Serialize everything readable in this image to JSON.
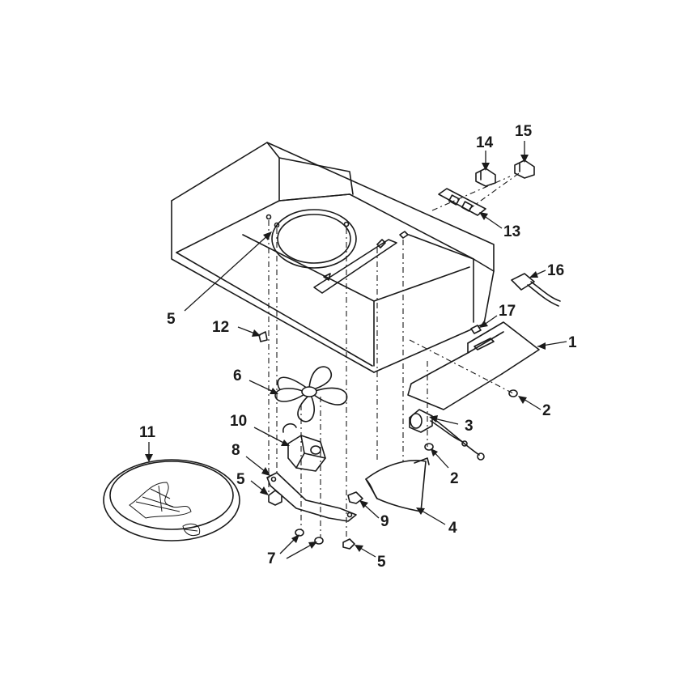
{
  "diagram": {
    "callouts": {
      "p1": "1",
      "p2a": "2",
      "p2b": "2",
      "p3": "3",
      "p4": "4",
      "p5a": "5",
      "p5b": "5",
      "p5c": "5",
      "p6": "6",
      "p7": "7",
      "p8": "8",
      "p9": "9",
      "p10": "10",
      "p11": "11",
      "p12": "12",
      "p13": "13",
      "p14": "14",
      "p15": "15",
      "p16": "16",
      "p17": "17"
    }
  }
}
